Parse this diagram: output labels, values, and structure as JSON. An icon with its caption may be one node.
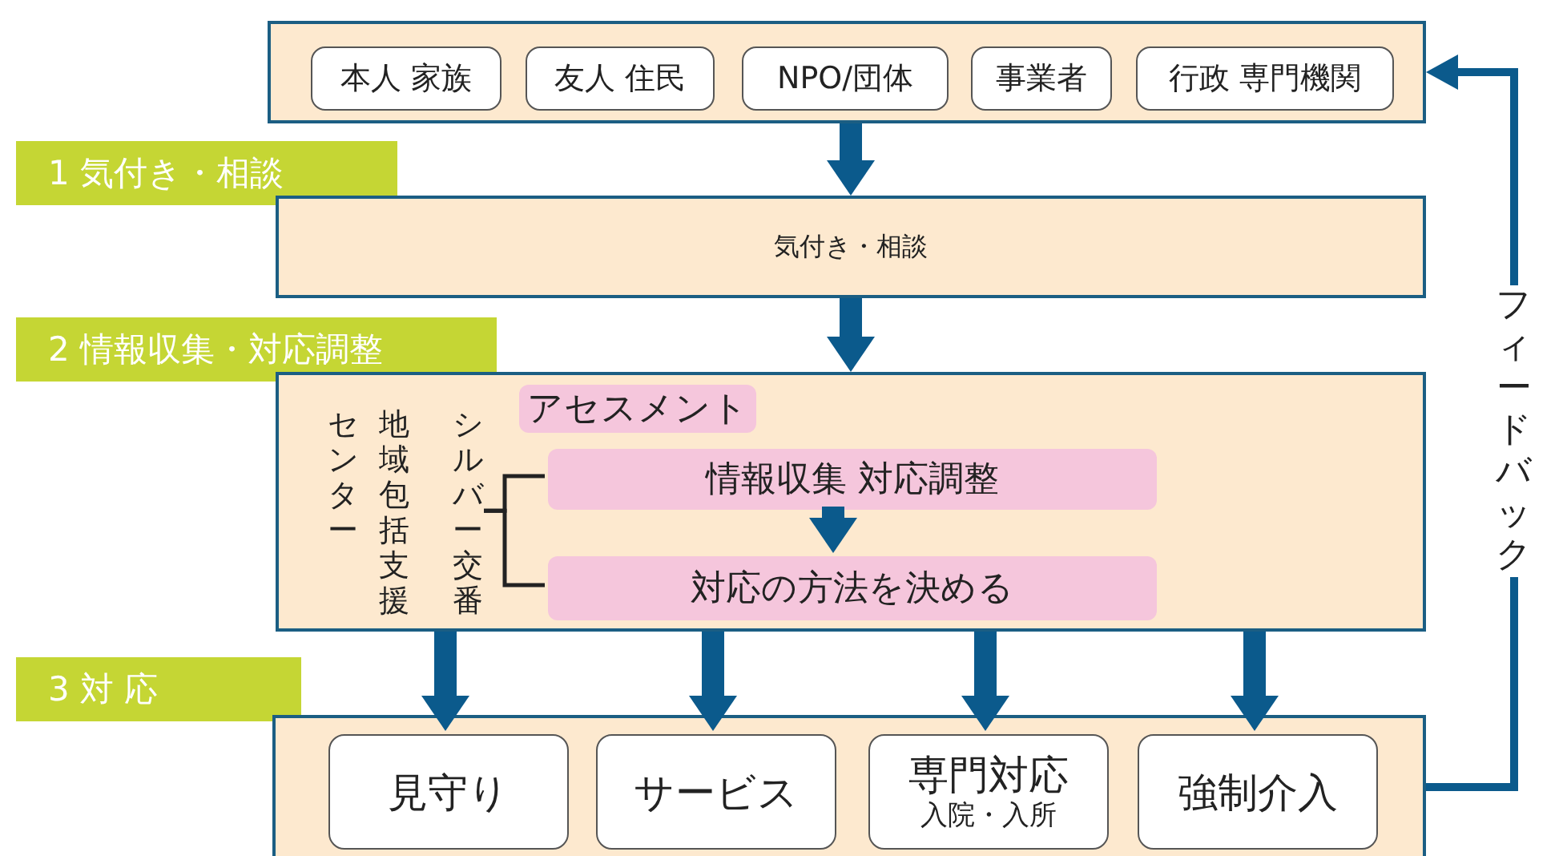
{
  "diagram": {
    "nodes": [
      {
        "text": [],
        "shape": "box"
      },
      {
        "text": [
          "本人 家族"
        ],
        "in": 0
      },
      {
        "text": [
          "友人 住民"
        ],
        "in": 0
      },
      {
        "text": [
          "NPO/団体"
        ],
        "in": 0
      },
      {
        "text": [
          "事業者"
        ],
        "in": 0
      },
      {
        "text": [
          "行政 専門機関"
        ],
        "in": 0
      },
      {
        "text": [
          "1 気付き・相談"
        ]
      },
      {
        "text": [
          "気付き・相談"
        ]
      },
      {
        "text": [
          "2 情報収集・対応調整"
        ]
      },
      {
        "text": [],
        "shape": "box"
      },
      {
        "text": [
          "地域包括支援センター"
        ],
        "in": 9
      },
      {
        "text": [
          "シルバー交番"
        ],
        "in": 9
      },
      {
        "text": [
          "アセスメント"
        ],
        "in": 9
      },
      {
        "text": [
          "情報収集 対応調整"
        ],
        "in": 9
      },
      {
        "text": [
          "対応の方法を決める"
        ],
        "in": 9
      },
      {
        "text": [
          "3 対 応"
        ]
      },
      {
        "text": [],
        "shape": "box"
      },
      {
        "text": [
          "見守り"
        ],
        "in": 16
      },
      {
        "text": [
          "サービス"
        ],
        "in": 16
      },
      {
        "text": [
          "専門対応",
          "入院・入所"
        ],
        "in": 16
      },
      {
        "text": [
          "強制介入"
        ],
        "in": 16
      }
    ],
    "edges": [
      {
        "from": 0,
        "to": 7,
        "arrow": "to"
      },
      {
        "from": 7,
        "to": 9,
        "arrow": "to"
      },
      {
        "from": 11,
        "to": 13,
        "arrow": "none",
        "color": "#222222"
      },
      {
        "from": 11,
        "to": 14,
        "arrow": "none",
        "color": "#222222"
      },
      {
        "from": 13,
        "to": 14,
        "arrow": "to"
      },
      {
        "from": 9,
        "to": 17,
        "arrow": "to"
      },
      {
        "from": 9,
        "to": 18,
        "arrow": "to"
      },
      {
        "from": 9,
        "to": 19,
        "arrow": "to"
      },
      {
        "from": 9,
        "to": 20,
        "arrow": "to"
      },
      {
        "from": 16,
        "to": 0,
        "arrow": "to",
        "label": "フィードバック"
      }
    ]
  }
}
